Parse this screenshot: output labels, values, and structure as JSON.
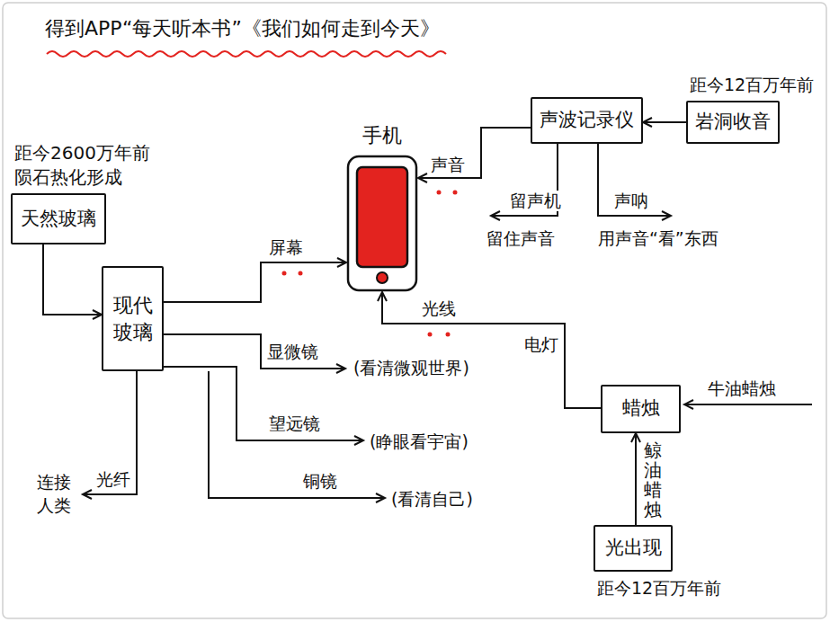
{
  "diagram": {
    "title": "得到APP“每天听本书”《我们如何走到今天》",
    "nodes": [
      {
        "text": [
          "距今2600万年前 陨石热化形成",
          "天然玻璃"
        ]
      },
      {
        "text": [
          "现代玻璃"
        ]
      },
      {
        "text": [
          "手机"
        ]
      },
      {
        "text": [
          "声波记录仪"
        ]
      },
      {
        "text": [
          "距今12百万年前",
          "岩洞收音"
        ]
      },
      {
        "text": [
          "蜡烛"
        ]
      },
      {
        "text": [
          "光出现",
          "距今12百万年前"
        ]
      }
    ],
    "edges": [
      {
        "from": 0,
        "to": 1,
        "arrow": "to"
      },
      {
        "from": 1,
        "to": 2,
        "label": "屏幕",
        "arrow": "to"
      },
      {
        "from": 3,
        "to": 2,
        "label": "声音",
        "arrow": "to"
      },
      {
        "from": 4,
        "to": 3,
        "arrow": "to"
      },
      {
        "from": 5,
        "to": 2,
        "label": "光线",
        "arrow": "to"
      },
      {
        "from": 6,
        "to": 5,
        "label": "鲸油蜡烛",
        "arrow": "to"
      }
    ],
    "labels": [
      "显微镜",
      "(看清微观世界)",
      "望远镜",
      "(睁眼看宇宙)",
      "铜镜",
      "(看清自己)",
      "光纤",
      "连接人类",
      "留声机",
      "留住声音",
      "声呐",
      "用声音“看”东西",
      "牛油蜡烛",
      "电灯"
    ]
  }
}
